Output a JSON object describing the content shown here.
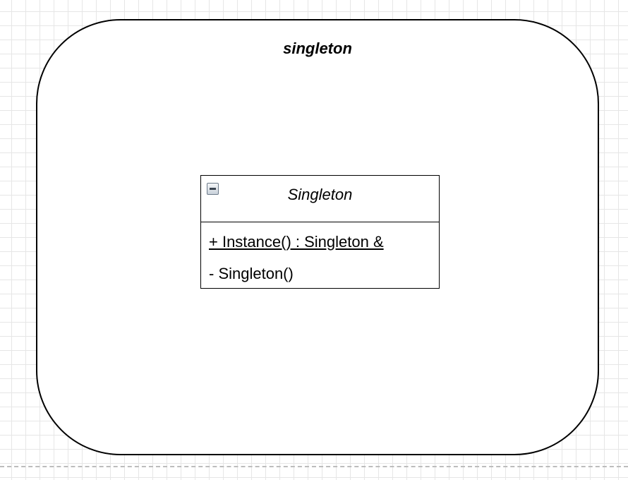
{
  "package": {
    "title": "singleton"
  },
  "class": {
    "name": "Singleton",
    "operations": [
      {
        "text": "+ Instance() : Singleton &",
        "static": true
      },
      {
        "text": "- Singleton()",
        "static": false
      }
    ]
  }
}
